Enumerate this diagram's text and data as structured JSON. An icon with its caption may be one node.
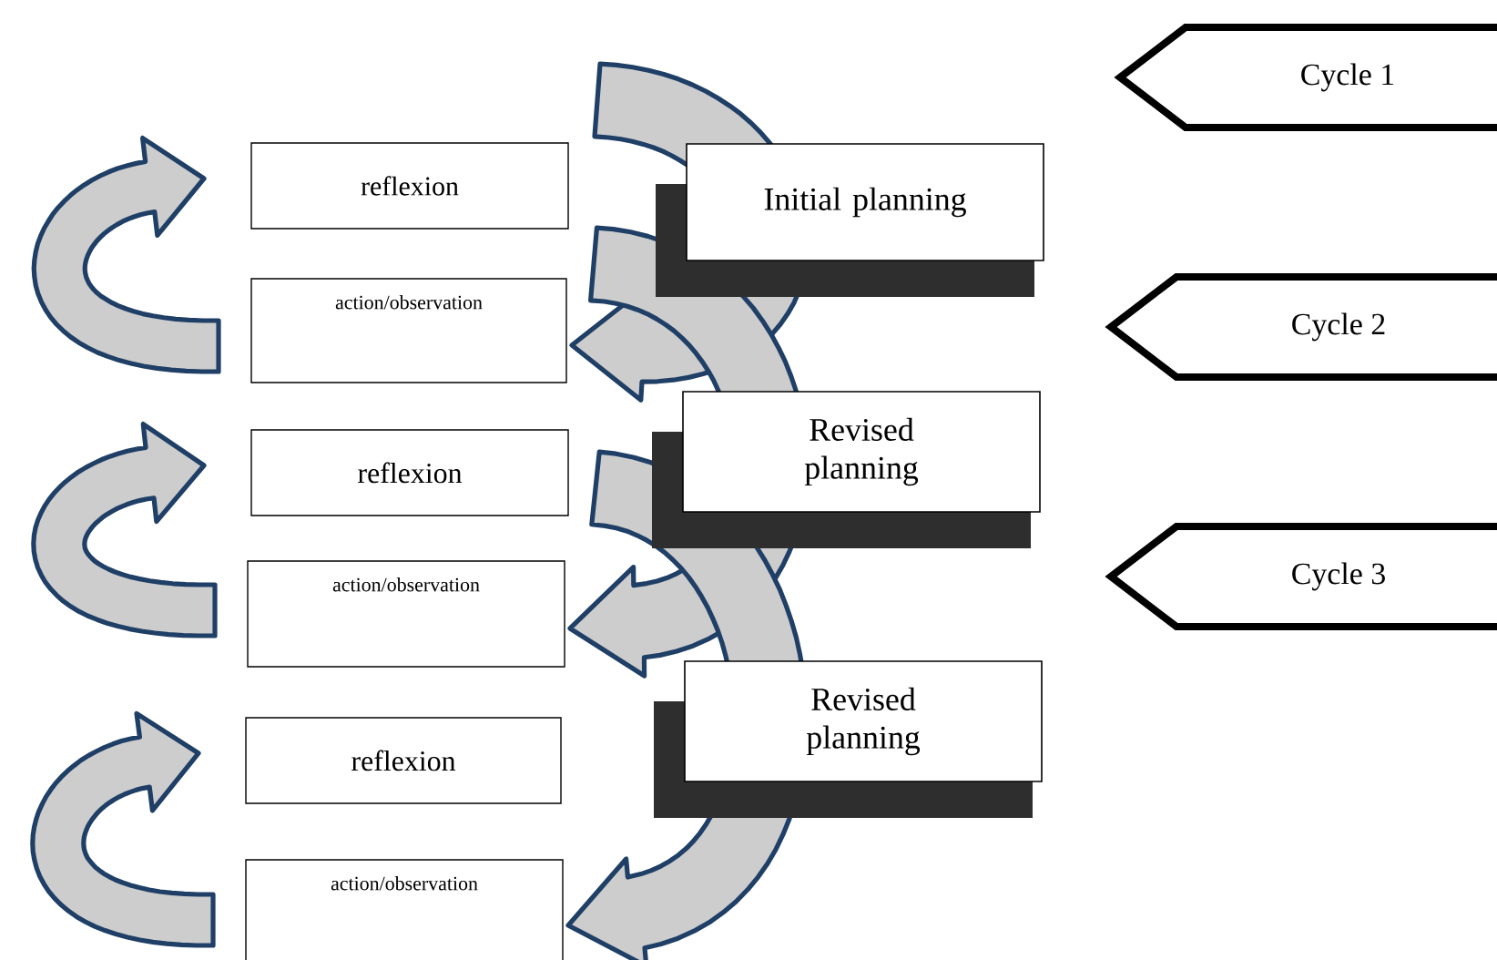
{
  "diagram": {
    "nodes": [
      {
        "text": [
          "reflexion"
        ]
      },
      {
        "text": [
          "action/observation"
        ]
      },
      {
        "text": [
          "reflexion"
        ]
      },
      {
        "text": [
          "action/observation"
        ]
      },
      {
        "text": [
          "reflexion"
        ]
      },
      {
        "text": [
          "action/observation"
        ]
      },
      {
        "text": [
          "Initial planning"
        ]
      },
      {
        "text": [
          "Revised planning"
        ]
      },
      {
        "text": [
          "Revised planning"
        ]
      },
      {
        "text": [
          "Cycle 1"
        ]
      },
      {
        "text": [
          "Cycle 2"
        ]
      },
      {
        "text": [
          "Cycle 3"
        ]
      }
    ],
    "edges": [
      {
        "from": 1,
        "to": 0,
        "arrow": "to"
      },
      {
        "from": 3,
        "to": 2,
        "arrow": "to"
      },
      {
        "from": 5,
        "to": 4,
        "arrow": "to"
      },
      {
        "from": 6,
        "to": 1,
        "arrow": "to"
      },
      {
        "from": 7,
        "to": 3,
        "arrow": "to"
      },
      {
        "from": 8,
        "to": 5,
        "arrow": "to"
      }
    ]
  }
}
